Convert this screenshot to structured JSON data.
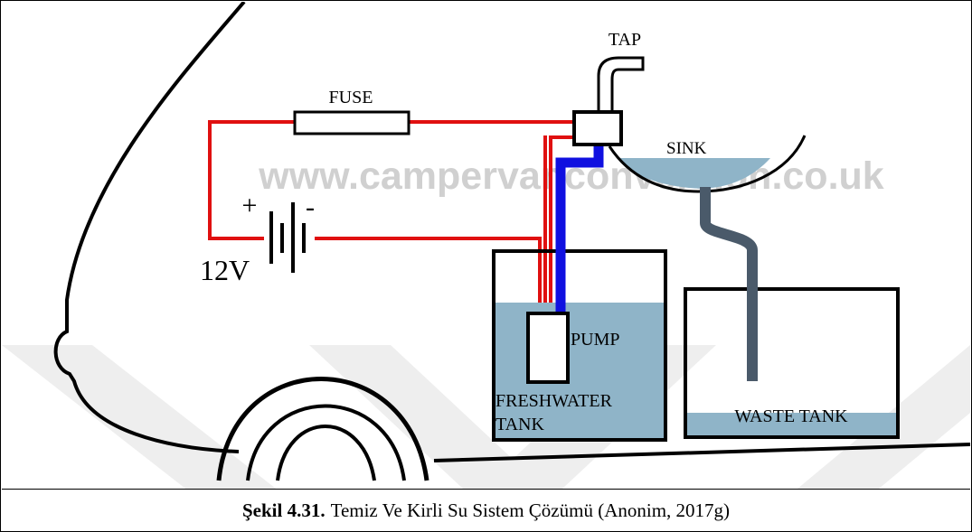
{
  "diagram": {
    "labels": {
      "tap": "TAP",
      "fuse": "FUSE",
      "sink": "SINK",
      "plus": "+",
      "minus": "-",
      "voltage": "12V",
      "pump": "PUMP",
      "fresh_line1": "FRESHWATER",
      "fresh_line2": "TANK",
      "waste": "WASTE TANK"
    },
    "watermark": "www.campervanconversion.co.uk",
    "colors": {
      "wire": "#e01010",
      "fresh_pipe": "#1010e0",
      "water": "#8fb4c8",
      "waste_pipe": "#4a5a6a",
      "outline": "#000000",
      "chevron": "#eeeeee"
    }
  },
  "caption": {
    "label": "Şekil 4.31.",
    "text": "Temiz Ve Kirli Su Sistem Çözümü (Anonim, 2017g)"
  }
}
